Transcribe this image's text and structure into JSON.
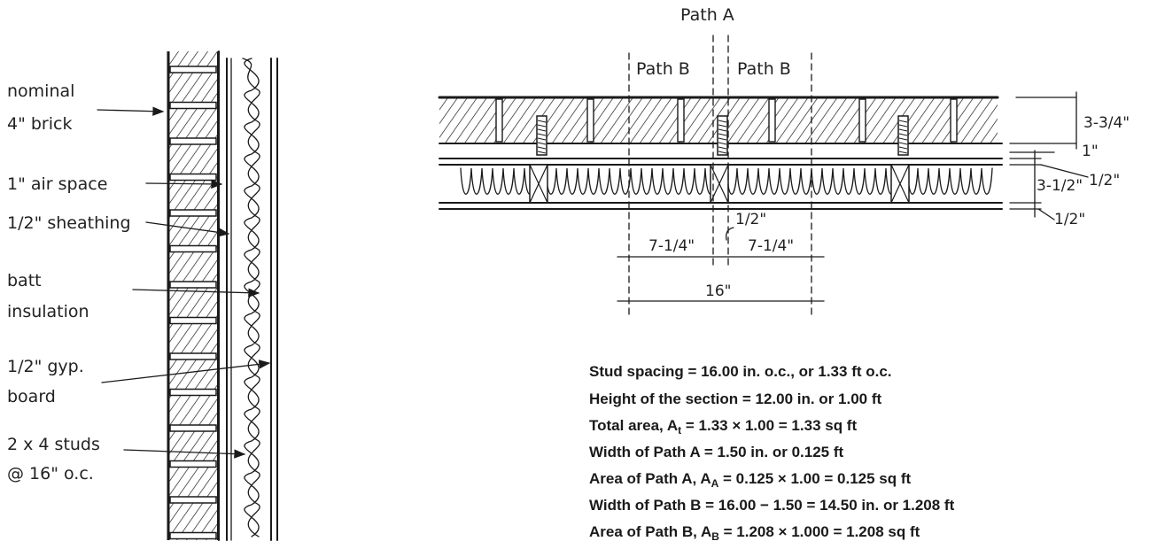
{
  "wall_labels": {
    "brick_1": "nominal",
    "brick_2": "4\" brick",
    "air_space": "1\" air space",
    "sheathing": "1/2\" sheathing",
    "batt_1": "batt",
    "batt_2": "insulation",
    "gyp_1": "1/2\" gyp.",
    "gyp_2": "board",
    "studs_1": "2 x 4 studs",
    "studs_2": "@ 16\" o.c."
  },
  "section_labels": {
    "path_a": "Path A",
    "path_b_left": "Path B",
    "path_b_right": "Path B"
  },
  "dimensions": {
    "brick_depth": "3-3/4\"",
    "air_gap": "1\"",
    "sheathing_thk": "1/2\"",
    "stud_depth": "3-1/2\"",
    "gyp_thk": "1/2\"",
    "stud_width": "1/2\"",
    "left_width": "7-1/4\"",
    "right_width": "7-1/4\"",
    "total_width": "16\""
  },
  "calculations": [
    "Stud spacing = 16.00 in. o.c., or 1.33 ft o.c.",
    "Height of the section = 12.00 in. or 1.00 ft",
    "Total area, A = 1.33 × 1.00 = 1.33 sq ft",
    "Width of Path A = 1.50 in. or 0.125 ft",
    "Area of Path A, A = 0.125 × 1.00 = 0.125 sq ft",
    "Width of Path B = 16.00 − 1.50 = 14.50 in. or 1.208 ft",
    "Area of Path B, A = 1.208 × 1.000 = 1.208 sq ft"
  ],
  "subscripts": {
    "total": "t",
    "path_a": "A",
    "path_b": "B"
  }
}
